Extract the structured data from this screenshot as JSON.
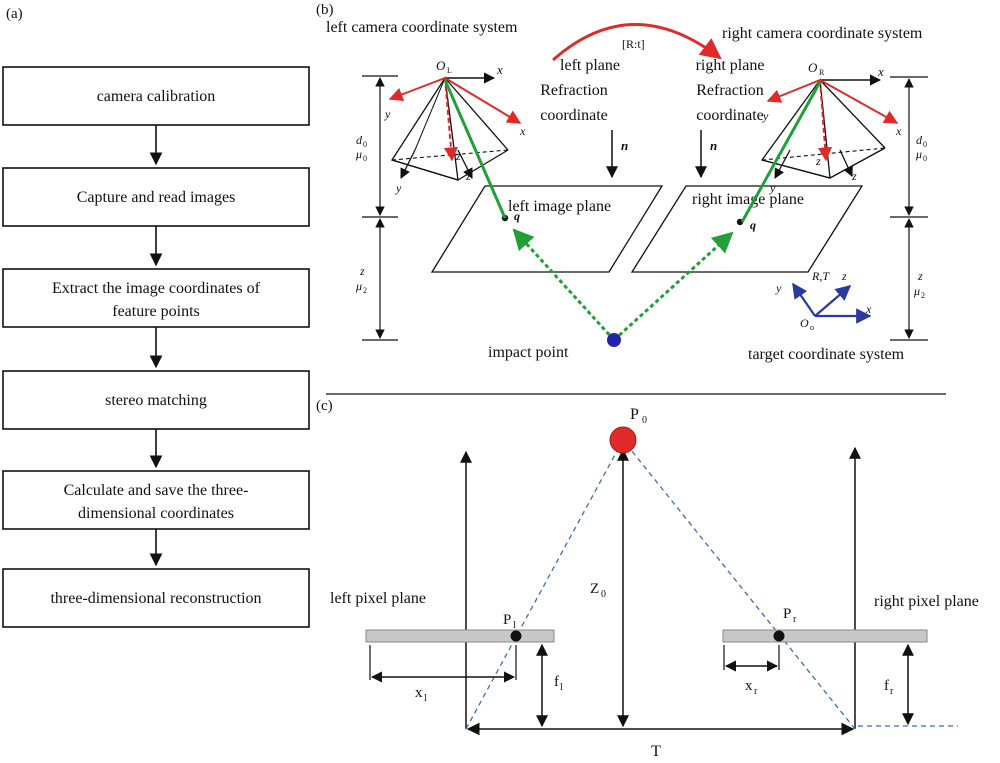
{
  "panel_a": {
    "label": "(a)",
    "steps": [
      {
        "lines": [
          "camera calibration"
        ]
      },
      {
        "lines": [
          "Capture and read images"
        ]
      },
      {
        "lines": [
          "Extract the image coordinates of",
          "feature points"
        ]
      },
      {
        "lines": [
          "stereo matching"
        ]
      },
      {
        "lines": [
          "Calculate and save the three-",
          "dimensional coordinates"
        ]
      },
      {
        "lines": [
          "three-dimensional reconstruction"
        ]
      }
    ]
  },
  "panel_b": {
    "label": "(b)",
    "left_cam_title": "left camera coordinate system",
    "right_cam_title": "right camera coordinate system",
    "rt_label": "[R:t]",
    "left_refraction": [
      "left plane",
      "Refraction",
      "coordinate"
    ],
    "right_refraction": [
      "right plane",
      "Refraction",
      "coordinate"
    ],
    "n": "n",
    "ol": "O",
    "ol_sub": "L",
    "or": "O",
    "or_sub": "R",
    "x": "x",
    "y": "y",
    "z": "z",
    "left_image_plane": "left image plane",
    "right_image_plane": "right image plane",
    "q": "q",
    "d0": "d",
    "d0_sub": "0",
    "mu0": "μ",
    "mu0_sub": "0",
    "mu2": "μ",
    "mu2_sub": "2",
    "impact_point": "impact point",
    "target_cs": "target coordinate system",
    "rt_small": "R,T",
    "oo": "O",
    "oo_sub": "o"
  },
  "panel_c": {
    "label": "(c)",
    "p0": "P",
    "p0_sub": "0",
    "z0": "Z",
    "z0_sub": "0",
    "left_pixel_plane": "left pixel plane",
    "right_pixel_plane": "right pixel plane",
    "pl": "P",
    "pl_sub": "l",
    "pr": "P",
    "pr_sub": "r",
    "xl": "x",
    "xl_sub": "l",
    "xr": "x",
    "xr_sub": "r",
    "fl": "f",
    "fl_sub": "l",
    "fr": "f",
    "fr_sub": "r",
    "T": "T"
  },
  "colors": {
    "green": "#21a038",
    "red": "#e02a2a",
    "blue_axis": "#2a3aa0",
    "impact": "#2222aa",
    "plane_gray": "#c8c8c8",
    "dash_blue": "#3a6fb0"
  }
}
